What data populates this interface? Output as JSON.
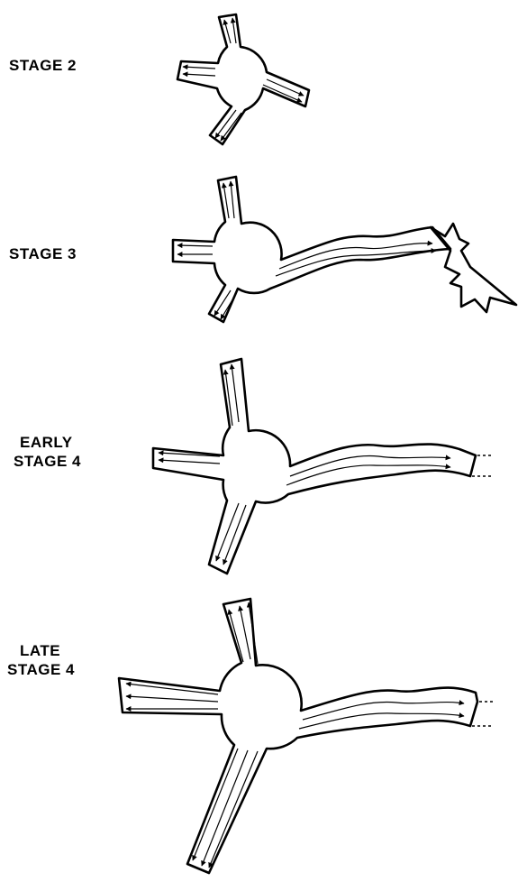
{
  "stages": [
    {
      "id": "stage-2",
      "label_lines": [
        "STAGE 2"
      ],
      "state": "four short arms around central body"
    },
    {
      "id": "stage-3",
      "label_lines": [
        "STAGE 3"
      ],
      "state": "one arm extended into a wavy tail ending in a starburst"
    },
    {
      "id": "early-stage-4",
      "label_lines": [
        "EARLY",
        "STAGE 4"
      ],
      "state": "arms lengthened; tail continues off page"
    },
    {
      "id": "late-stage-4",
      "label_lines": [
        "LATE",
        "STAGE 4"
      ],
      "state": "arms wide and long; tail continues off page"
    }
  ],
  "colors": {
    "ink": "#000000",
    "background": "#ffffff"
  }
}
